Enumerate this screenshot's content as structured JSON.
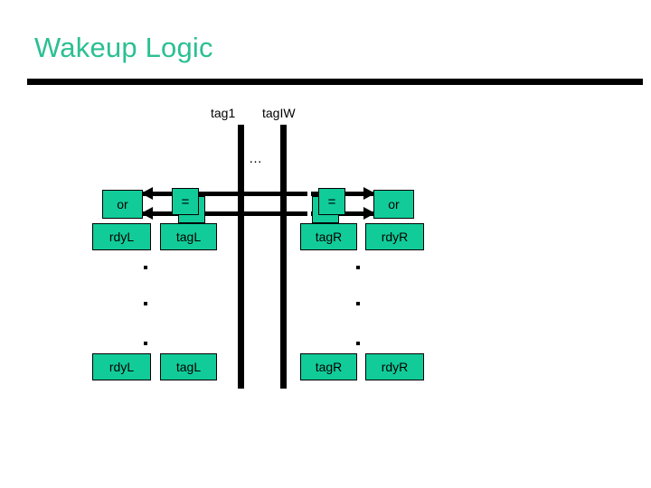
{
  "slide": {
    "title": "Wakeup Logic",
    "title_color": "#2BBF93",
    "rule_color": "#000000",
    "background": "#ffffff"
  },
  "diagram": {
    "box_fill": "#11CC99",
    "box_border": "#000000",
    "wire_color": "#000000",
    "buses": [
      {
        "name": "bus-tag1",
        "label": "tag1"
      },
      {
        "name": "bus-tagiw",
        "label": "tagIW"
      }
    ],
    "bus_ellipsis": "…",
    "comparators": [
      {
        "name": "comparator-left",
        "label": "="
      },
      {
        "name": "comparator-right",
        "label": "="
      }
    ],
    "or_gates": [
      {
        "name": "or-gate-left",
        "label": "or"
      },
      {
        "name": "or-gate-right",
        "label": "or"
      }
    ],
    "entries_top": [
      {
        "name": "rdyL-top",
        "label": "rdyL"
      },
      {
        "name": "tagL-top",
        "label": "tagL"
      },
      {
        "name": "tagR-top",
        "label": "tagR"
      },
      {
        "name": "rdyR-top",
        "label": "rdyR"
      }
    ],
    "entries_bottom": [
      {
        "name": "rdyL-bottom",
        "label": "rdyL"
      },
      {
        "name": "tagL-bottom",
        "label": "tagL"
      },
      {
        "name": "tagR-bottom",
        "label": "tagR"
      },
      {
        "name": "rdyR-bottom",
        "label": "rdyR"
      }
    ]
  }
}
